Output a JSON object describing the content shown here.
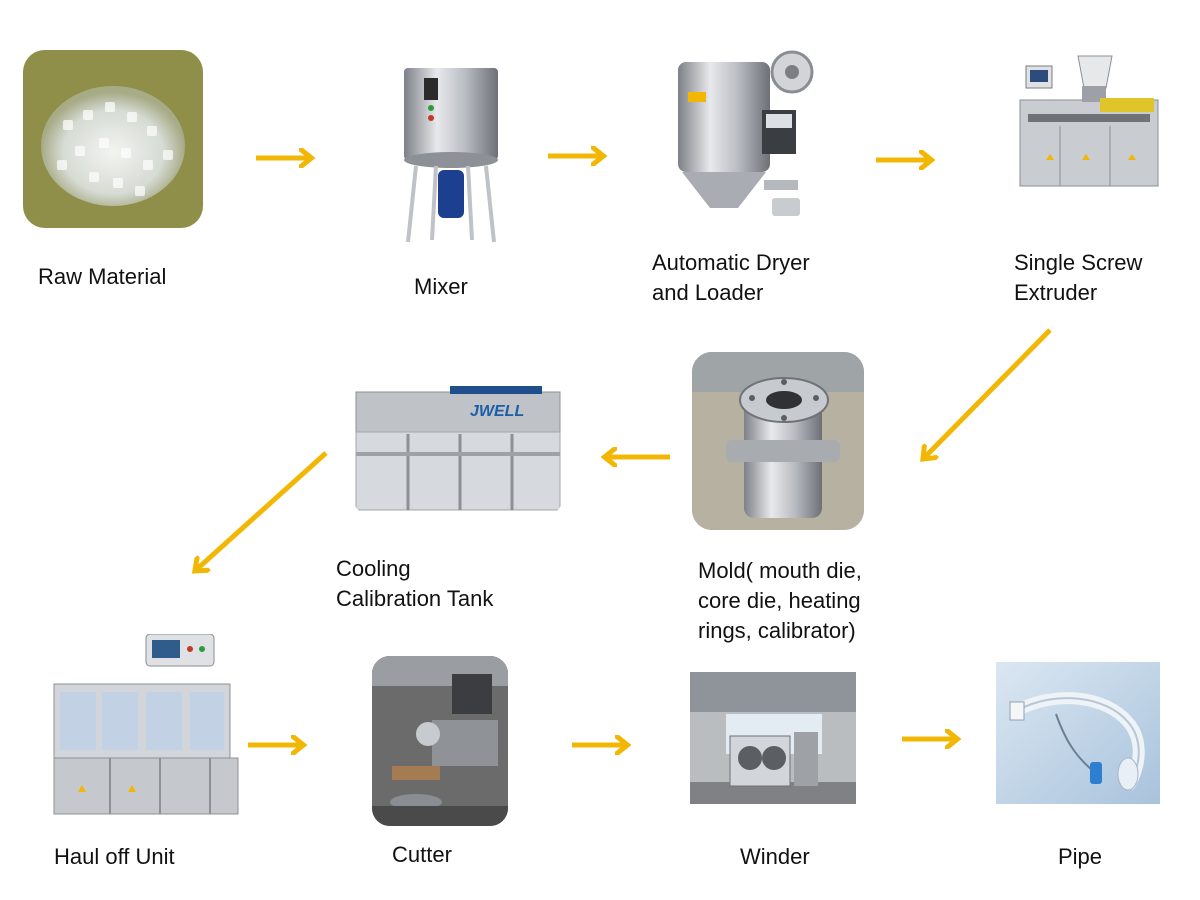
{
  "colors": {
    "arrow": "#f2b705",
    "background": "#ffffff"
  },
  "steps": [
    {
      "id": "raw-material",
      "label": "Raw  Material",
      "image": "raw-material-pellets-photo"
    },
    {
      "id": "mixer",
      "label": "Mixer",
      "image": "mixer-machine-photo"
    },
    {
      "id": "dryer",
      "label": "Automatic Dryer\nand Loader",
      "image": "dryer-loader-photo"
    },
    {
      "id": "extruder",
      "label": "Single Screw\nExtruder",
      "image": "single-screw-extruder-photo"
    },
    {
      "id": "mold",
      "label": "Mold( mouth die,\ncore die, heating\nrings, calibrator)",
      "image": "mold-die-photo"
    },
    {
      "id": "cooling",
      "label": "Cooling\nCalibration Tank",
      "image": "cooling-tank-photo",
      "brand_text": "JWELL"
    },
    {
      "id": "haul-off",
      "label": "Haul off Unit",
      "image": "haul-off-unit-photo"
    },
    {
      "id": "cutter",
      "label": "Cutter",
      "image": "cutter-photo"
    },
    {
      "id": "winder",
      "label": "Winder",
      "image": "winder-photo"
    },
    {
      "id": "pipe",
      "label": "Pipe",
      "image": "medical-pipe-photo"
    }
  ],
  "arrows": [
    {
      "from": "raw-material",
      "to": "mixer",
      "direction": "right"
    },
    {
      "from": "mixer",
      "to": "dryer",
      "direction": "right"
    },
    {
      "from": "dryer",
      "to": "extruder",
      "direction": "right"
    },
    {
      "from": "extruder",
      "to": "mold",
      "direction": "down-left"
    },
    {
      "from": "mold",
      "to": "cooling",
      "direction": "left"
    },
    {
      "from": "cooling",
      "to": "haul-off",
      "direction": "down-left"
    },
    {
      "from": "haul-off",
      "to": "cutter",
      "direction": "right"
    },
    {
      "from": "cutter",
      "to": "winder",
      "direction": "right"
    },
    {
      "from": "winder",
      "to": "pipe",
      "direction": "right"
    }
  ]
}
